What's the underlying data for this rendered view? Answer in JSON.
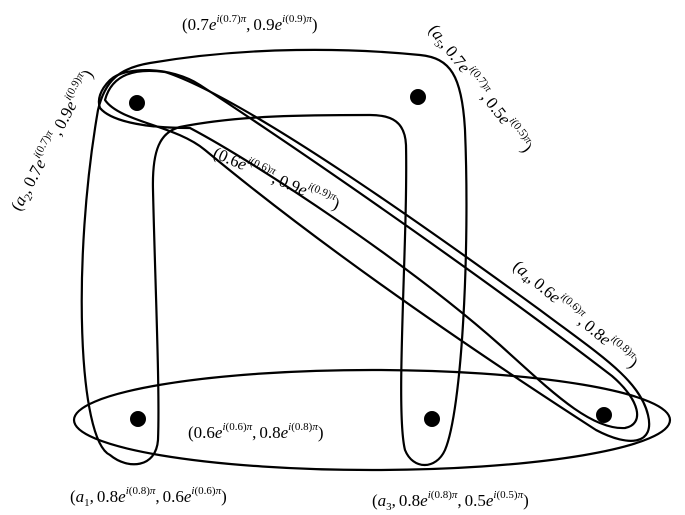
{
  "vertices": [
    {
      "id": "a1",
      "name": "a",
      "index": "1",
      "first": "0.8",
      "first_exp": "(0.8)",
      "second": "0.6",
      "second_exp": "(0.6)"
    },
    {
      "id": "a2",
      "name": "a",
      "index": "2",
      "first": "0.7",
      "first_exp": "(0.7)",
      "second": "0.9",
      "second_exp": "(0.9)"
    },
    {
      "id": "a3",
      "name": "a",
      "index": "3",
      "first": "0.8",
      "first_exp": "(0.8)",
      "second": "0.5",
      "second_exp": "(0.5)"
    },
    {
      "id": "a4",
      "name": "a",
      "index": "4",
      "first": "0.6",
      "first_exp": "(0.6)",
      "second": "0.8",
      "second_exp": "(0.8)"
    },
    {
      "id": "a5",
      "name": "a",
      "index": "5",
      "first": "0.7",
      "first_exp": "(0.7)",
      "second": "0.5",
      "second_exp": "(0.5)"
    }
  ],
  "hyperedges": [
    {
      "id": "top",
      "first": "0.7",
      "first_exp": "(0.7)",
      "second": "0.9",
      "second_exp": "(0.9)"
    },
    {
      "id": "middle",
      "first": "0.6",
      "first_exp": "(0.6)",
      "second": "0.9",
      "second_exp": "(0.9)"
    },
    {
      "id": "bottom",
      "first": "0.6",
      "first_exp": "(0.6)",
      "second": "0.8",
      "second_exp": "(0.8)"
    }
  ],
  "symbols": {
    "e": "e",
    "i": "i",
    "pi": "π",
    "open": "(",
    "close": ")",
    "comma": ","
  }
}
